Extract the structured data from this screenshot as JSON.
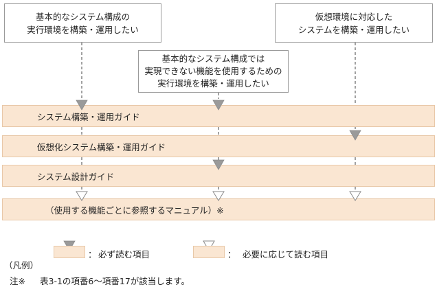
{
  "goals": {
    "basic": "基本的なシステム構成の\n実行環境を構築・運用したい",
    "advanced": "基本的なシステム構成では\n実現できない機能を使用するための\n実行環境を構築・運用したい",
    "virtual": "仮想環境に対応した\nシステムを構築・運用したい"
  },
  "manuals": [
    "システム構築・運用ガイド",
    "仮想化システム構築・運用ガイド",
    "システム設計ガイド",
    "（使用する機能ごとに参照するマニュアル）※"
  ],
  "legend": {
    "title": "（凡例）",
    "required_sep": "：",
    "required_label": "必ず読む項目",
    "optional_sep": "：",
    "optional_label": "必要に応じて読む項目"
  },
  "note": {
    "mark": "注※",
    "text": "表3-1の項番6～項番17が該当します。"
  },
  "colors": {
    "band_fill": "#fae6d2",
    "required_arrow": "#9a9a9a",
    "optional_arrow": "#ffffff"
  }
}
